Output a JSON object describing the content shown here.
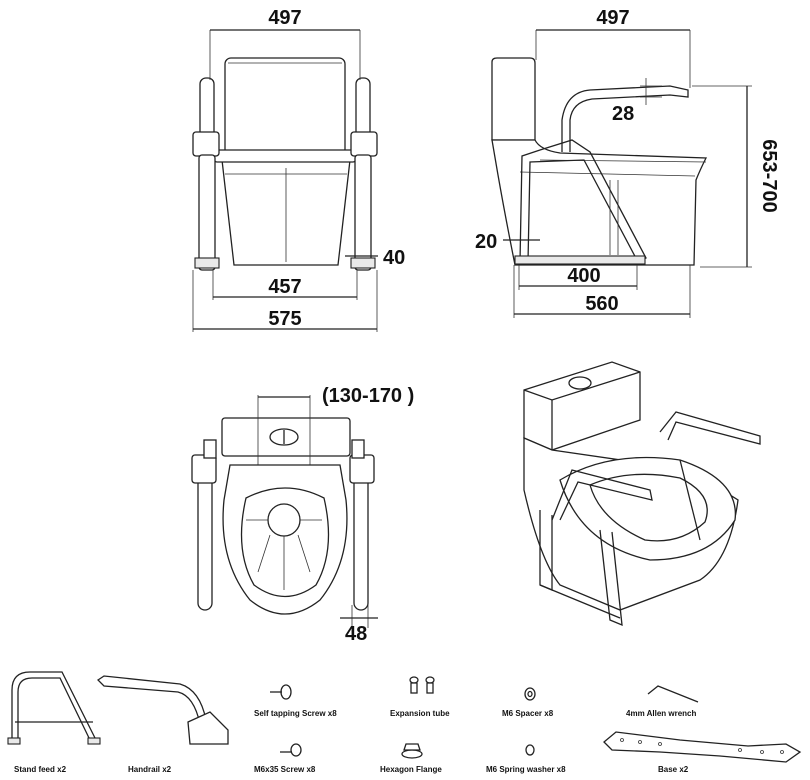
{
  "front_view": {
    "width_top": "497",
    "width_inner": "457",
    "width_total": "575",
    "leg_width": "40"
  },
  "side_view": {
    "depth_top": "497",
    "height_range": "653-700",
    "handrail_drop": "28",
    "foot_offset": "20",
    "base_depth": "400",
    "total_depth": "560"
  },
  "top_view": {
    "mount_range": "(130-170 )",
    "leg_depth": "48"
  },
  "parts": [
    {
      "label": "Stand feed x2",
      "icon": "stand-frame-icon"
    },
    {
      "label": "Handrail x2",
      "icon": "handrail-icon"
    },
    {
      "label": "Self tapping Screw x8",
      "icon": "self-tapping-screw-icon"
    },
    {
      "label": "M6x35 Screw x8",
      "icon": "bolt-icon"
    },
    {
      "label": "Expansion tube",
      "icon": "expansion-tube-icon"
    },
    {
      "label": "Hexagon Flange",
      "icon": "hexagon-flange-icon"
    },
    {
      "label": "M6 Spacer x8",
      "icon": "spacer-icon"
    },
    {
      "label": "M6 Spring washer x8",
      "icon": "spring-washer-icon"
    },
    {
      "label": "4mm Allen wrench",
      "icon": "allen-wrench-icon"
    },
    {
      "label": "Base x2",
      "icon": "base-plate-icon"
    }
  ]
}
